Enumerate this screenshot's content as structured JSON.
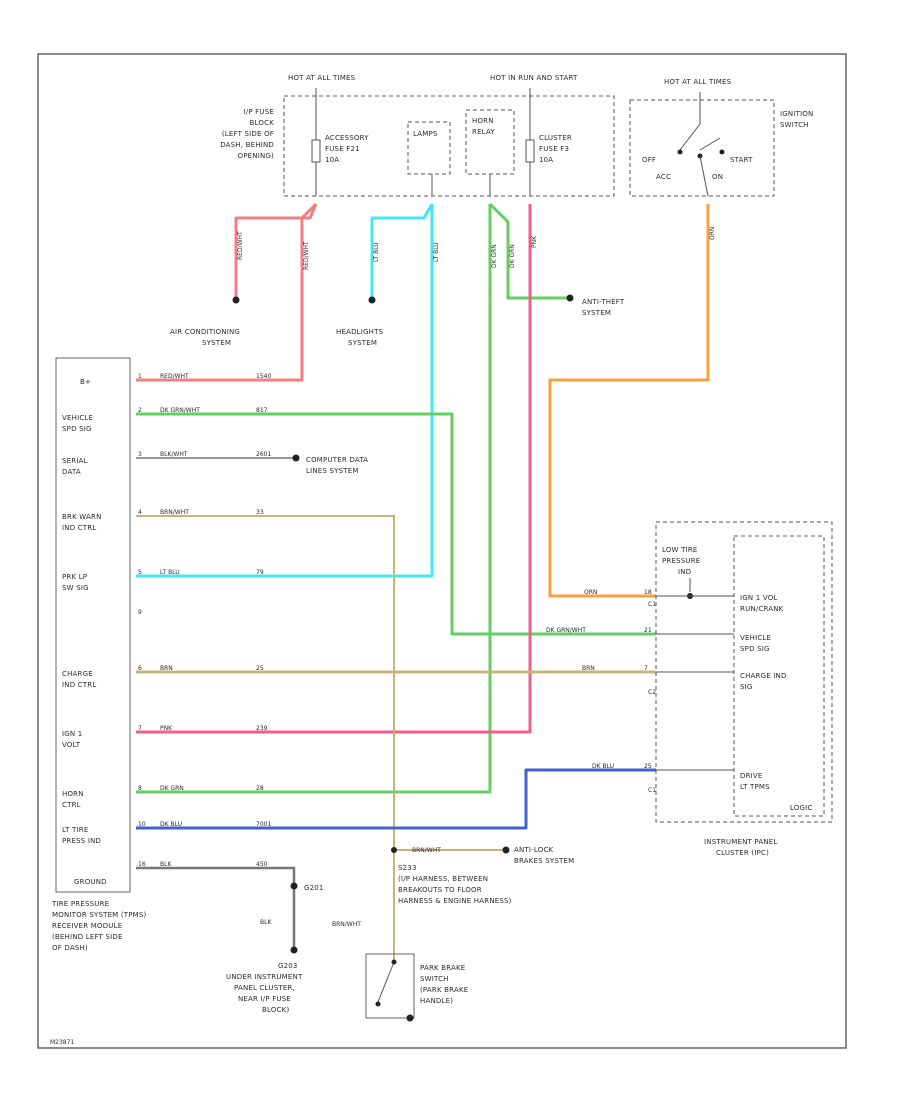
{
  "colors": {
    "red": "#f08080",
    "pink": "#f06080",
    "cyan": "#40e8f0",
    "green": "#60d060",
    "tan": "#c8b478",
    "orange": "#f8a040",
    "blue": "#4060d0",
    "gray": "#777777"
  },
  "fuse_block": {
    "hot_at_all_times": "HOT AT ALL TIMES",
    "hot_in_run": "HOT IN RUN AND START",
    "location": [
      "I/P FUSE",
      "BLOCK",
      "(LEFT SIDE OF",
      "DASH, BEHIND",
      "OPENING)"
    ],
    "accessory_fuse": [
      "ACCESSORY",
      "FUSE F21",
      "10A"
    ],
    "lamps": "LAMPS",
    "horn_relay": [
      "HORN",
      "RELAY"
    ],
    "cluster_fuse": [
      "CLUSTER",
      "FUSE F3",
      "10A"
    ]
  },
  "ignition_switch": {
    "hot": "HOT AT ALL TIMES",
    "label": [
      "IGNITION",
      "SWITCH"
    ],
    "off": "OFF",
    "acc": "ACC",
    "on": "ON",
    "start": "START",
    "wire": "ORN"
  },
  "upper_wires": {
    "ac_wire": "RED/WHT",
    "bat_wire": "RED/WHT",
    "lamps_wire1": "LT BLU",
    "lamps_wire2": "LT BLU",
    "horn_wire1": "DK GRN",
    "horn_wire2": "DK GRN",
    "cluster_wire": "PNK"
  },
  "systems": {
    "ac": [
      "AIR CONDITIONING",
      "SYSTEM"
    ],
    "headlights": [
      "HEADLIGHTS",
      "SYSTEM"
    ],
    "antitheft": [
      "ANTI-THEFT",
      "SYSTEM"
    ],
    "data_lines": [
      "COMPUTER DATA",
      "LINES SYSTEM"
    ],
    "abs": [
      "ANTI-LOCK",
      "BRAKES SYSTEM"
    ]
  },
  "module": {
    "pins": [
      {
        "name": [
          "B+"
        ],
        "pin": "1",
        "color": "RED/WHT",
        "circuit": "1540"
      },
      {
        "name": [
          "VEHICLE",
          "SPD SIG"
        ],
        "pin": "2",
        "color": "DK GRN/WHT",
        "circuit": "817"
      },
      {
        "name": [
          "SERIAL",
          "DATA"
        ],
        "pin": "3",
        "color": "BLK/WHT",
        "circuit": "2601"
      },
      {
        "name": [
          "BRK WARN",
          "IND CTRL"
        ],
        "pin": "4",
        "color": "BRN/WHT",
        "circuit": "33"
      },
      {
        "name": [
          "PRK LP",
          "SW SIG"
        ],
        "pin": "5",
        "color": "LT BLU",
        "circuit": "79"
      },
      {
        "name": [
          "CHARGE",
          "IND CTRL"
        ],
        "pin": "6",
        "color": "BRN",
        "circuit": "25"
      },
      {
        "name": [
          "IGN 1",
          "VOLT"
        ],
        "pin": "7",
        "color": "PNK",
        "circuit": "239"
      },
      {
        "name": [
          "HORN",
          "CTRL"
        ],
        "pin": "8",
        "color": "DK GRN",
        "circuit": "28"
      },
      {
        "name": [
          "LT TIRE",
          "PRESS IND"
        ],
        "pin": "10",
        "color": "DK BLU",
        "circuit": "7001"
      },
      {
        "name": [
          "GROUND"
        ],
        "pin": "16",
        "color": "BLK",
        "circuit": "450"
      }
    ],
    "no_connect": "9",
    "label": [
      "TIRE PRESSURE",
      "MONITOR SYSTEM (TPMS)",
      "RECEIVER MODULE",
      "(BEHIND LEFT SIDE",
      "OF DASH)"
    ]
  },
  "grounds": {
    "g201": "G201",
    "blk": "BLK",
    "g203": [
      "G203",
      "UNDER INSTRUMENT",
      "PANEL CLUSTER,",
      "NEAR I/P FUSE",
      "BLOCK)"
    ]
  },
  "splice": {
    "label": [
      "S233",
      "(I/P HARNESS, BETWEEN",
      "BREAKOUTS TO FLOOR",
      "HARNESS & ENGINE HARNESS)"
    ],
    "wire": "BRN/WHT",
    "down_wire": "BRN/WHT"
  },
  "park_brake": {
    "label": [
      "PARK BRAKE",
      "SWITCH",
      "(PARK BRAKE",
      "HANDLE)"
    ]
  },
  "ipc": {
    "low_tire": [
      "LOW TIRE",
      "PRESSURE",
      "IND"
    ],
    "rows": [
      {
        "pin": "18",
        "conn": "C1",
        "color": "ORN",
        "label": [
          "IGN 1 VOL",
          "RUN/CRANK"
        ]
      },
      {
        "pin": "21",
        "conn": "",
        "color": "DK GRN/WHT",
        "label": [
          "VEHICLE",
          "SPD SIG"
        ]
      },
      {
        "pin": "7",
        "conn": "C2",
        "color": "BRN",
        "label": [
          "CHARGE IND",
          "SIG"
        ]
      },
      {
        "pin": "25",
        "conn": "C1",
        "color": "DK BLU",
        "label": [
          "DRIVE",
          "LT TPMS"
        ]
      }
    ],
    "logic": "LOGIC",
    "label": [
      "INSTRUMENT PANEL",
      "CLUSTER (IPC)"
    ]
  },
  "diagram_id": "M23871"
}
